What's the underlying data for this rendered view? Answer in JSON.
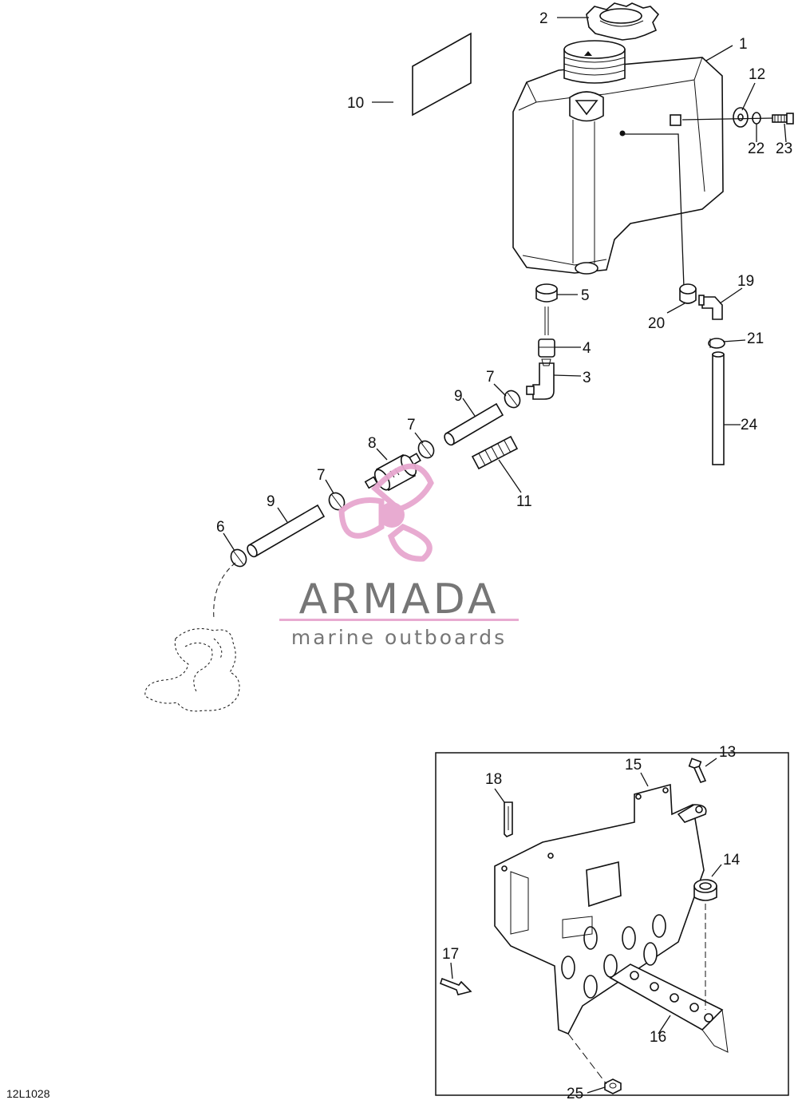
{
  "drawing_ref": "12L1028",
  "watermark": {
    "brand": "ARMADA",
    "tagline": "marine outboards",
    "accent_color": "#e7a7cf",
    "text_color": "#6f6f6f"
  },
  "callouts": {
    "c1": "1",
    "c2": "2",
    "c3": "3",
    "c4": "4",
    "c5": "5",
    "c6": "6",
    "c7a": "7",
    "c7b": "7",
    "c7c": "7",
    "c8": "8",
    "c9a": "9",
    "c9b": "9",
    "c10": "10",
    "c11": "11",
    "c12": "12",
    "c13": "13",
    "c14": "14",
    "c15": "15",
    "c16": "16",
    "c17": "17",
    "c18": "18",
    "c19": "19",
    "c20": "20",
    "c21": "21",
    "c22": "22",
    "c23": "23",
    "c24": "24",
    "c25": "25"
  }
}
